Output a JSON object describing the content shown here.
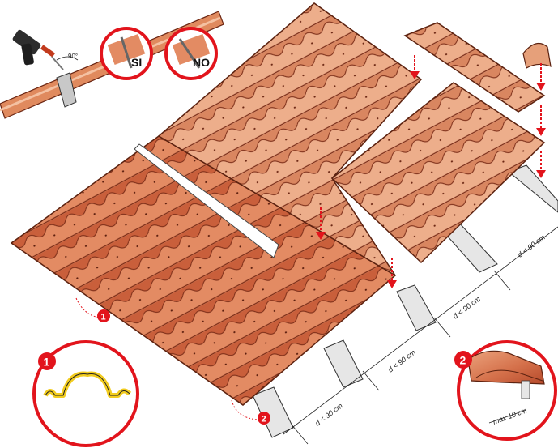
{
  "tool_label": {
    "angle": "90°"
  },
  "badges": {
    "yes": "SI",
    "no": "NO"
  },
  "callouts": {
    "one": "1",
    "two": "2"
  },
  "dimensions": {
    "spacing": "d < 90 cm",
    "overlap": "max 10 cm"
  },
  "colors": {
    "tile_dark": "#b9482a",
    "tile_mid": "#d9774f",
    "tile_light": "#eaa27b",
    "accent_red": "#e2141c",
    "batten": "#e9e9e9",
    "highlight": "#f2cc1f"
  }
}
